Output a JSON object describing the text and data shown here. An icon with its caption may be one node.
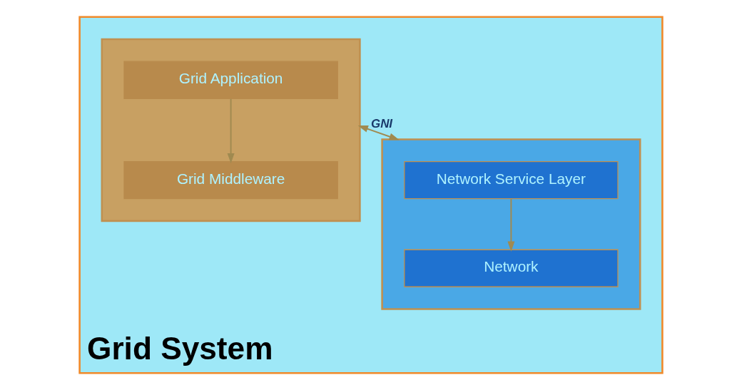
{
  "diagram": {
    "nodes": [
      {
        "text": [
          "Grid System"
        ]
      },
      {
        "text": [],
        "shape": "box",
        "in": 0
      },
      {
        "text": [
          "Grid Application"
        ],
        "in": 1
      },
      {
        "text": [
          "Grid Middleware"
        ],
        "in": 1
      },
      {
        "text": [],
        "shape": "box",
        "in": 0
      },
      {
        "text": [
          "Network Service Layer"
        ],
        "in": 4
      },
      {
        "text": [
          "Network"
        ],
        "in": 4
      }
    ],
    "edges": [
      {
        "from": 2,
        "to": 3,
        "arrow": "to"
      },
      {
        "from": 1,
        "to": 4,
        "arrow": "both",
        "label": "GNI"
      },
      {
        "from": 5,
        "to": 6,
        "arrow": "to"
      }
    ]
  }
}
